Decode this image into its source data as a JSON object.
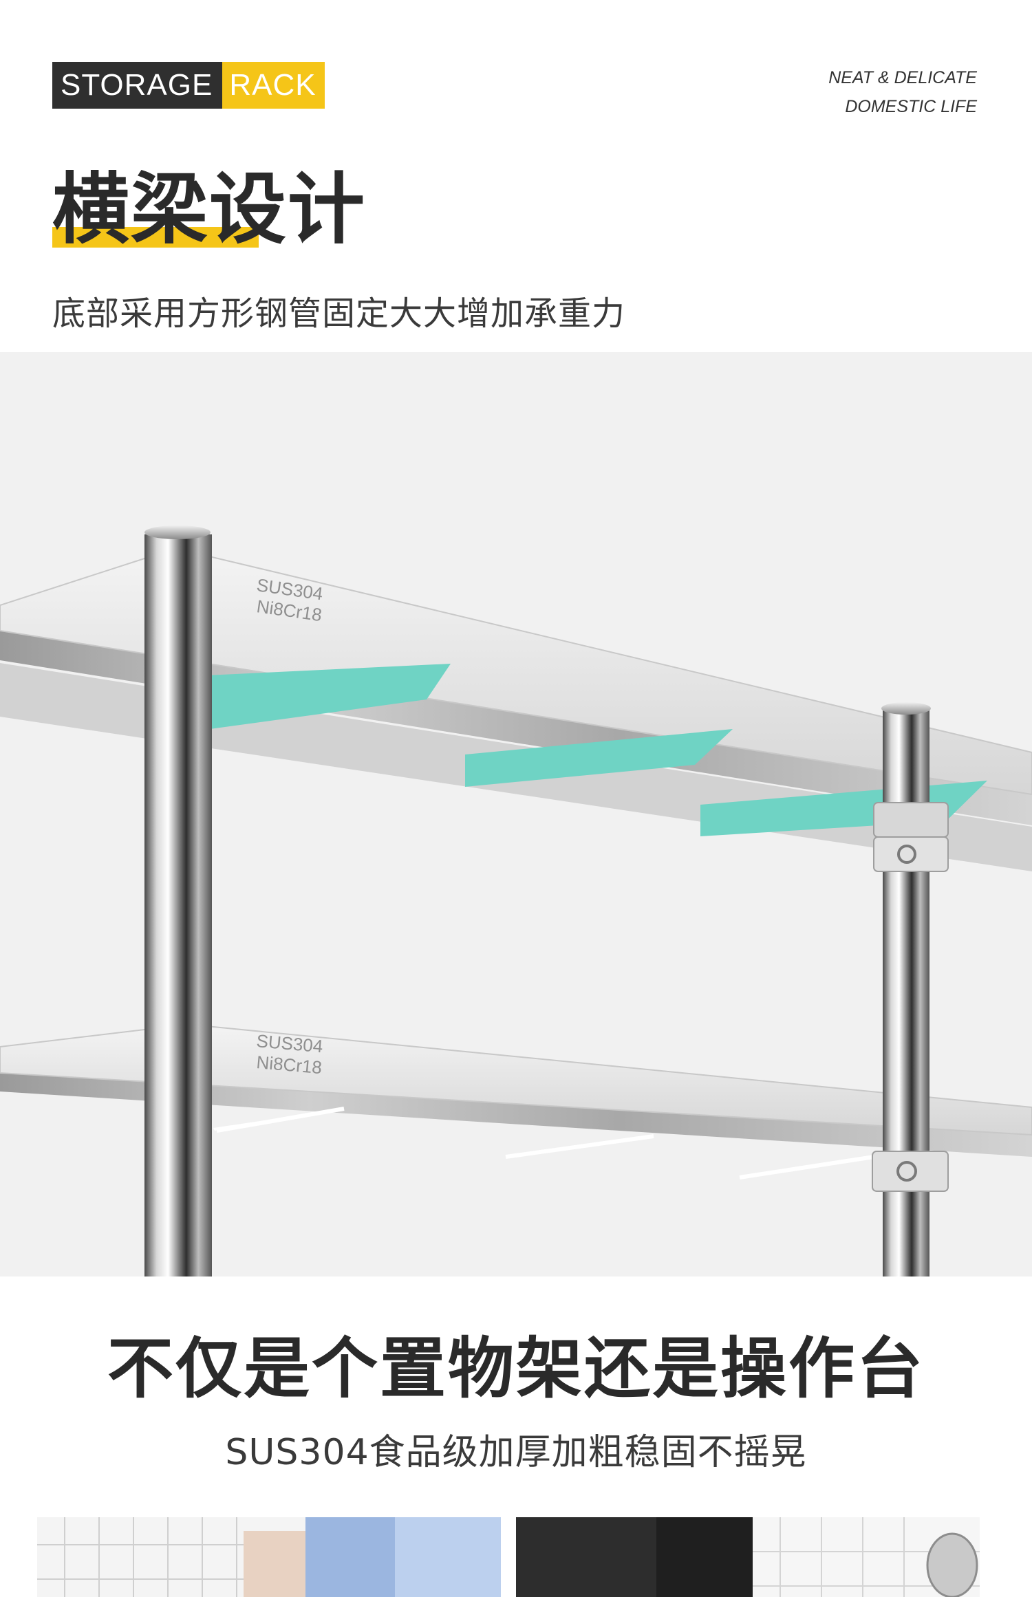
{
  "header": {
    "badge_left": "STORAGE",
    "badge_right": "RACK",
    "tagline_line1": "NEAT & DELICATE",
    "tagline_line2": "DOMESTIC LIFE"
  },
  "section1": {
    "title": "横梁设计",
    "subtitle": "底部采用方形钢管固定大大增加承重力"
  },
  "photo": {
    "shelf_mark_line1": "SUS304",
    "shelf_mark_line2": "Ni8Cr18"
  },
  "section2": {
    "title": "不仅是个置物架还是操作台",
    "subtitle": "SUS304食品级加厚加粗稳固不摇晃"
  },
  "colors": {
    "accent_yellow": "#f5c518",
    "badge_dark": "#2f2f2f",
    "beam_highlight": "#6fd3c4"
  }
}
